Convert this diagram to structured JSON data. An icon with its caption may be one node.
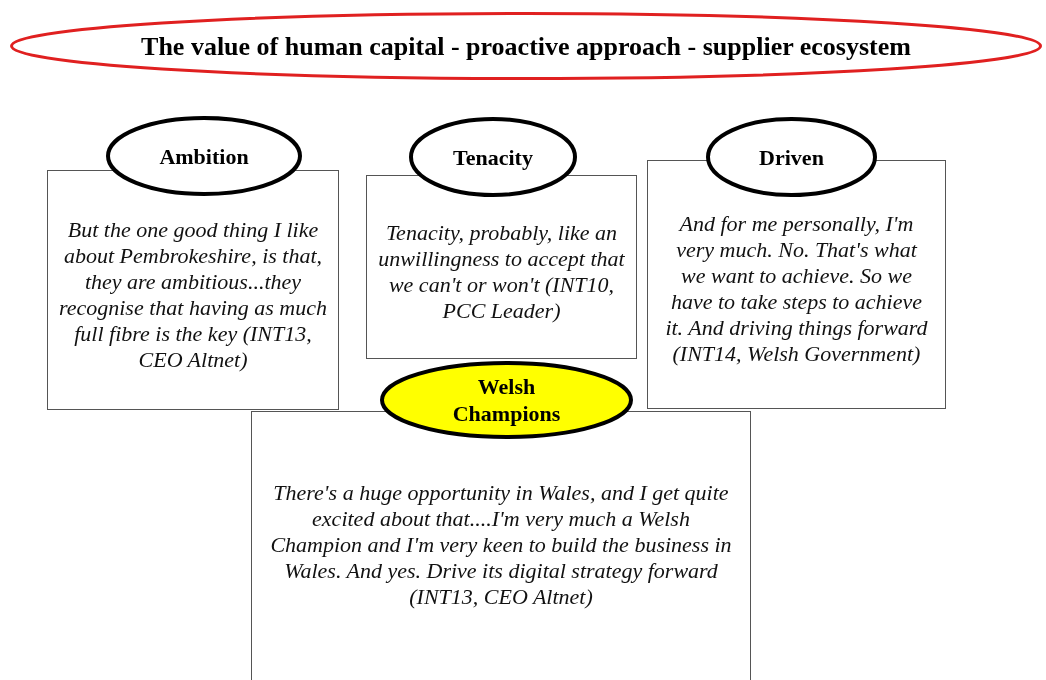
{
  "diagram": {
    "nodes": [
      {
        "text": [
          "The value of human capital - proactive approach - supplier ecosystem"
        ]
      },
      {
        "text": [
          "But the one good thing I like about Pembrokeshire, is that, they are ambitious...they recognise that having as much full fibre is the key (INT13, CEO Altnet)"
        ]
      },
      {
        "text": [
          "Ambition"
        ]
      },
      {
        "text": [
          "Tenacity, probably, like an unwillingness to accept that we can't or won't (INT10, PCC Leader)"
        ]
      },
      {
        "text": [
          "Tenacity"
        ]
      },
      {
        "text": [
          "And for me personally, I'm very much. No. That's what we want to achieve. So we have to take steps to achieve it. And driving things forward (INT14, Welsh Government)"
        ]
      },
      {
        "text": [
          "Driven"
        ]
      },
      {
        "text": [
          "There's a huge opportunity in Wales, and I get quite excited about that....I'm very much a Welsh Champion and I'm very keen to build the business in Wales. And yes. Drive its digital strategy forward (INT13, CEO Altnet)"
        ]
      },
      {
        "text": [
          "Welsh",
          "Champions"
        ]
      }
    ],
    "edges": []
  }
}
